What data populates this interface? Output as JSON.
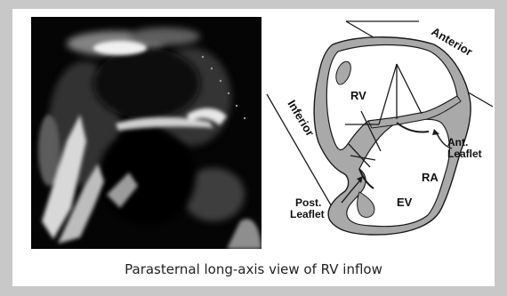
{
  "labels": {
    "rv": "RV",
    "ra": "RA",
    "ev": "EV",
    "anterior": "Anterior",
    "inferior": "Inferior",
    "ant_leaflet_line1": "Ant.",
    "ant_leaflet_line2": "Leaflet",
    "post_leaflet_line1": "Post.",
    "post_leaflet_line2": "Leaflet"
  },
  "caption": "Parasternal long-axis view of RV inflow",
  "colors": {
    "background": "#c8c8c8",
    "panel": "#ffffff",
    "wall_fill": "#a9a9a9",
    "outline": "#1a1a1a"
  }
}
